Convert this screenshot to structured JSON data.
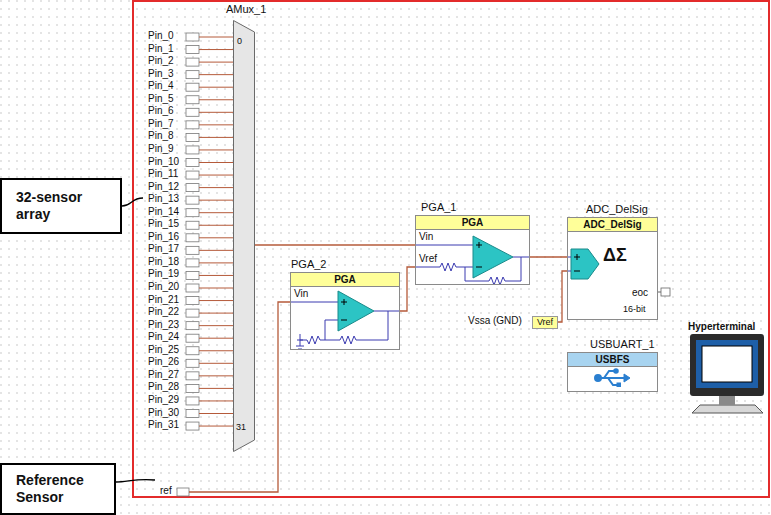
{
  "diagram": {
    "nodes": [
      {
        "text": [
          "AMux_1",
          "0",
          "31"
        ]
      },
      {
        "text": [
          "PGA_2",
          "PGA",
          "Vin"
        ]
      },
      {
        "text": [
          "PGA_1",
          "PGA",
          "Vin",
          "Vref"
        ]
      },
      {
        "text": [
          "ADC_DelSig",
          "ADC_DelSig",
          "ΔΣ",
          "eoc",
          "16-bit"
        ]
      },
      {
        "text": [
          "Vref"
        ]
      },
      {
        "text": [
          "USBUART_1",
          "USBFS"
        ]
      },
      {
        "text": [
          "32-sensor array"
        ]
      },
      {
        "text": [
          "Reference Sensor"
        ]
      }
    ],
    "edges": [
      {
        "from": 0,
        "to": 2,
        "arrow": "none"
      },
      {
        "from": 1,
        "to": 2,
        "arrow": "none"
      },
      {
        "from": 2,
        "to": 3,
        "arrow": "none"
      },
      {
        "from": 4,
        "to": 3,
        "arrow": "none"
      }
    ],
    "labels": [
      "Pin_0",
      "Pin_1",
      "Pin_2",
      "Pin_3",
      "Pin_4",
      "Pin_5",
      "Pin_6",
      "Pin_7",
      "Pin_8",
      "Pin_9",
      "Pin_10",
      "Pin_11",
      "Pin_12",
      "Pin_13",
      "Pin_14",
      "Pin_15",
      "Pin_16",
      "Pin_17",
      "Pin_18",
      "Pin_19",
      "Pin_20",
      "Pin_21",
      "Pin_22",
      "Pin_23",
      "Pin_24",
      "Pin_25",
      "Pin_26",
      "Pin_27",
      "Pin_28",
      "Pin_29",
      "Pin_30",
      "Pin_31",
      "ref",
      "Vssa (GND)",
      "Hyperterminal"
    ]
  }
}
